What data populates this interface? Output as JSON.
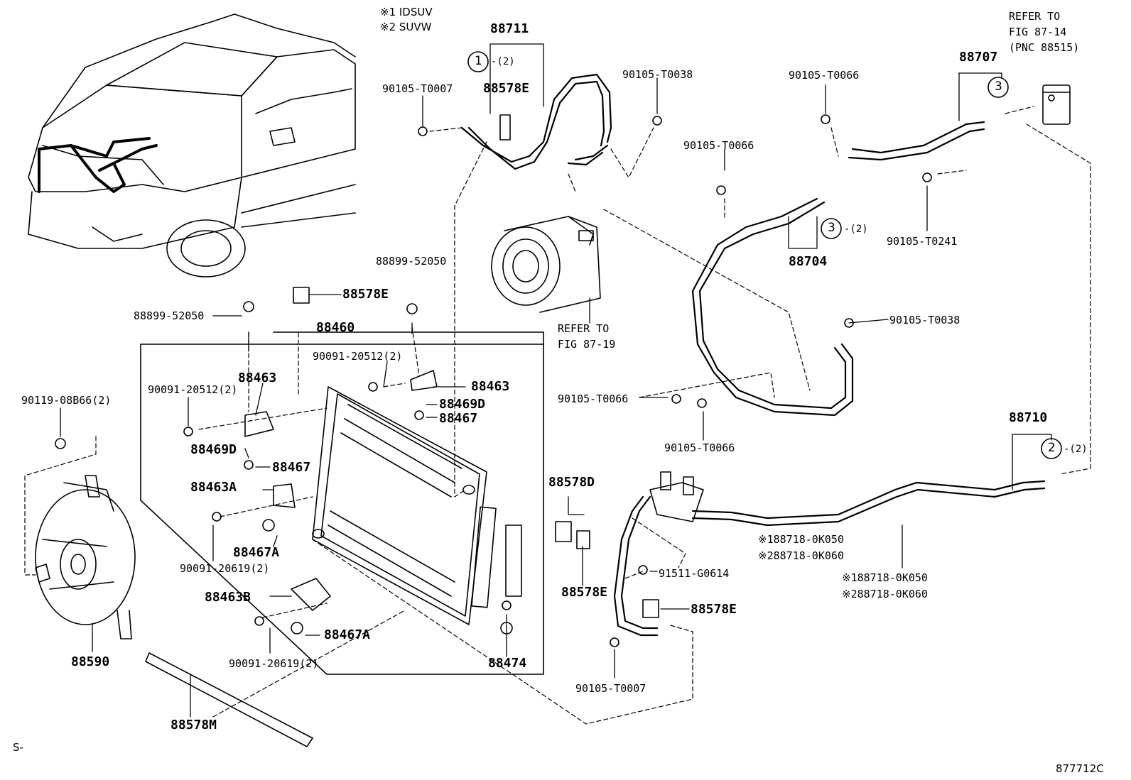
{
  "legend": {
    "line1": "※1 IDSUV",
    "line2": "※2 SUVW"
  },
  "refer_notes": {
    "fig_87_14": {
      "line1": "REFER TO",
      "line2": "FIG 87-14",
      "line3": "(PNC 88515)"
    },
    "fig_87_19": {
      "line1": "REFER TO",
      "line2": "FIG 87-19"
    }
  },
  "callouts": {
    "c1": "1",
    "c2": "2",
    "c3": "3",
    "q2": "-(2)"
  },
  "labels": {
    "p88711": "88711",
    "p88707": "88707",
    "p88704": "88704",
    "p88710": "88710",
    "p88460": "88460",
    "p88590": "88590",
    "p88474": "88474",
    "p88578M": "88578M",
    "p88578D": "88578D",
    "p88578E_top": "88578E",
    "p88578E_mid": "88578E",
    "p88578E_low": "88578E",
    "p88578E_right": "88578E",
    "p88463_left": "88463",
    "p88463_right": "88463",
    "p88463A": "88463A",
    "p88463B": "88463B",
    "p88469D_left": "88469D",
    "p88469D_right": "88469D",
    "p88467_left": "88467",
    "p88467_right": "88467",
    "p88467A_left": "88467A",
    "p88467A_low": "88467A",
    "b_T0007_top": "90105-T0007",
    "b_T0007_low": "90105-T0007",
    "b_T0038_top": "90105-T0038",
    "b_T0038_right": "90105-T0038",
    "b_T0066_top": "90105-T0066",
    "b_T0066_mid": "90105-T0066",
    "b_T0066_left": "90105-T0066",
    "b_T0066_low": "90105-T0066",
    "b_T0241": "90105-T0241",
    "b_52050_left": "88899-52050",
    "b_52050_right": "88899-52050",
    "b_20512_left": "90091-20512(2)",
    "b_20512_right": "90091-20512(2)",
    "b_20619_left": "90091-20619(2)",
    "b_20619_low": "90091-20619(2)",
    "b_08B66": "90119-08B66(2)",
    "b_G0614": "91511-G0614",
    "clamp_a1": "※188718-0K050",
    "clamp_a2": "※288718-0K060",
    "clamp_b1": "※188718-0K050",
    "clamp_b2": "※288718-0K060"
  },
  "footer": {
    "left": "S-",
    "right": "877712C"
  }
}
